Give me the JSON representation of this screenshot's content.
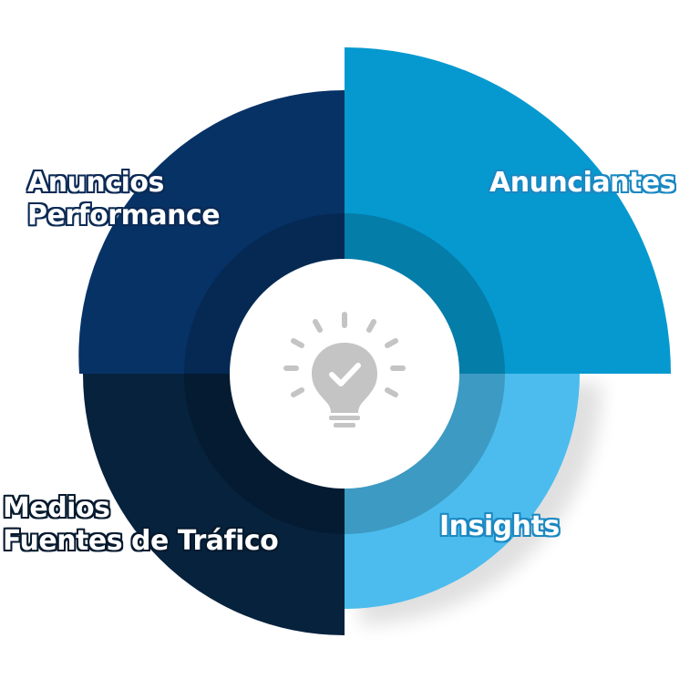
{
  "segments": [
    {
      "id": "anunciantes",
      "lines": [
        "Anunciantes"
      ],
      "color": "#0599cf"
    },
    {
      "id": "insights",
      "lines": [
        "Insights"
      ],
      "color": "#4bbced"
    },
    {
      "id": "medios",
      "lines": [
        "Medios",
        "Fuentes de Tráfico"
      ],
      "color": "#06223d"
    },
    {
      "id": "anuncios",
      "lines": [
        "Anuncios",
        "Performance"
      ],
      "color": "#073266"
    }
  ],
  "center": {
    "icon": "lightbulb-check-icon",
    "icon_color": "#c4c4c4",
    "circle_color": "#ffffff"
  }
}
